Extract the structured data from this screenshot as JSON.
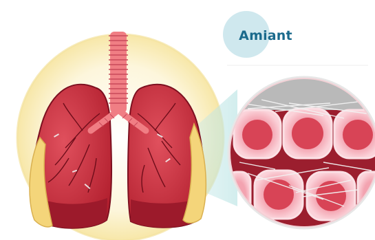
{
  "title": {
    "text": "Amiant",
    "color": "#1a6a8c",
    "badge_color": "#cfe8ee"
  },
  "colors": {
    "glow": "#fbf1c9",
    "lung_red": "#c42a3b",
    "lung_dark": "#8a1424",
    "lung_light": "#e45a67",
    "fat_yellow": "#f4d57a",
    "cell_pink": "#f5aab6",
    "nucleus": "#d84456",
    "tissue": "#9b1e2e",
    "fiber_gray": "#c9c9c9",
    "trachea": "#f07e84"
  },
  "icons": {
    "diagram": "lung-asbestos-diagram",
    "magnifier": "zoom-circle"
  }
}
